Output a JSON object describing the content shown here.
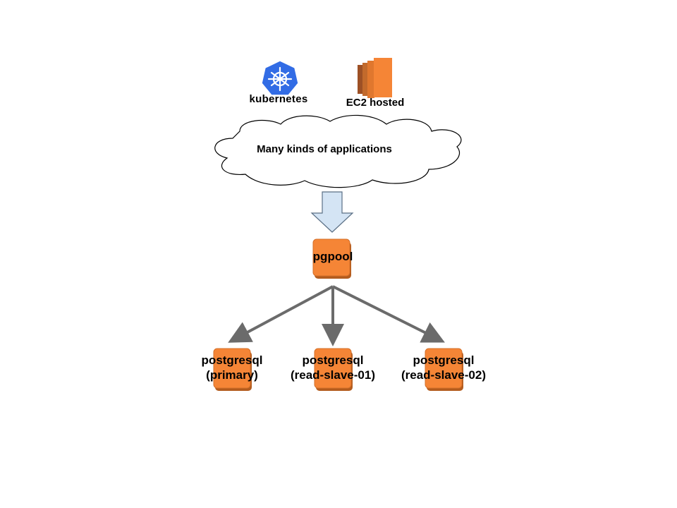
{
  "logos": {
    "kubernetes": {
      "label": "kubernetes",
      "color": "#326CE5",
      "icon": "kubernetes-helm-icon"
    },
    "ec2": {
      "label": "EC2 hosted",
      "color": "#F58536",
      "icon": "ec2-instances-icon"
    }
  },
  "cloud": {
    "label": "Many kinds of applications"
  },
  "flow_arrow": {
    "fill": "#D4E4F4",
    "stroke": "#5A6F85"
  },
  "pgpool": {
    "label": "pgpool",
    "color": "#F58536"
  },
  "databases": [
    {
      "name": "postgresql",
      "role": "(primary)"
    },
    {
      "name": "postgresql",
      "role": "(read-slave-01)"
    },
    {
      "name": "postgresql",
      "role": "(read-slave-02)"
    }
  ],
  "connector_color": "#6B6B6B"
}
